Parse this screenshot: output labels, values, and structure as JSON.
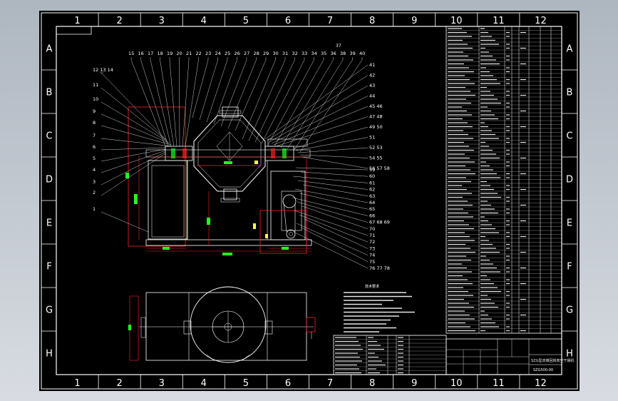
{
  "drawing": {
    "column_labels": [
      "1",
      "2",
      "3",
      "4",
      "5",
      "6",
      "7",
      "8",
      "9",
      "10",
      "11",
      "12"
    ],
    "row_labels": [
      "A",
      "B",
      "C",
      "D",
      "E",
      "F",
      "G",
      "H"
    ],
    "leader_numbers_top": [
      "15",
      "16",
      "17",
      "18",
      "19",
      "20",
      "21",
      "22",
      "23",
      "24",
      "25",
      "26",
      "27",
      "28",
      "29",
      "30",
      "31",
      "32",
      "33",
      "34",
      "35",
      "36",
      "38",
      "39",
      "40"
    ],
    "leader_number_37": "37",
    "leader_numbers_left": [
      "12 13 14",
      "11",
      "10",
      "9",
      "8",
      "7",
      "6",
      "5",
      "4",
      "3",
      "2",
      "1"
    ],
    "leader_numbers_right": [
      "41",
      "42",
      "43",
      "44",
      "45 46",
      "47 48",
      "49 50",
      "51",
      "52 53",
      "54 55",
      "56 57 58",
      "59",
      "60",
      "61",
      "62",
      "63",
      "64",
      "65",
      "66",
      "67 68 69",
      "70",
      "71",
      "72",
      "73",
      "74",
      "75",
      "76 77 78"
    ],
    "title_block_code": "SZG500-00",
    "title_block_name": "SZG型双锥回转真空干燥机",
    "tech_requirements_heading": "技术要求",
    "colors": {
      "background": "#000000",
      "frame": "#ffffff",
      "red_dim": "#ff2020",
      "green_dim": "#20ff20",
      "yellow": "#ffff40",
      "viewport_gray": "#c8ccd2"
    }
  }
}
